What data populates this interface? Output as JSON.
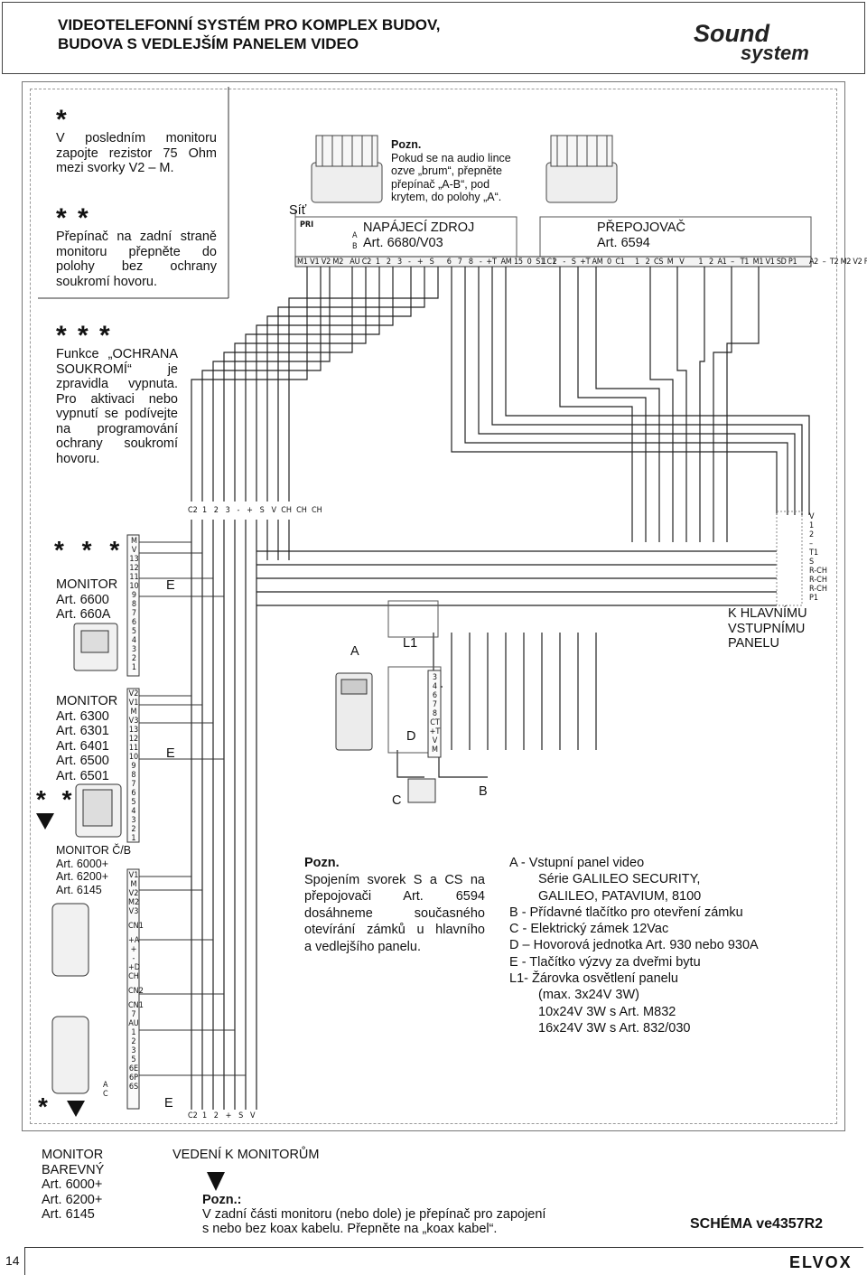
{
  "header": {
    "title_line1": "VIDEOTELEFONNÍ SYSTÉM PRO KOMPLEX BUDOV,",
    "title_line2": "BUDOVA S VEDLEJŠÍM PANELEM VIDEO",
    "brand_line1": "Sound",
    "brand_line2": "system"
  },
  "notes": {
    "n1_stars": "*",
    "n1": [
      "V posledním monitoru",
      "zapojte rezistor 75 Ohm",
      "mezi svorky V2 – M."
    ],
    "n2_stars": "* *",
    "n2": [
      "Přepínač na zadní straně",
      "monitoru přepněte do",
      "polohy bez ochrany",
      "soukromí hovoru."
    ],
    "n3_stars": "* * *",
    "n3": [
      "Funkce „OCHRANA",
      "SOUKROMÍ“ je",
      "zpravidla vypnuta.",
      "Pro aktivaci nebo",
      "vypnutí se podívejte",
      "na programování",
      "ochrany soukromí",
      "hovoru."
    ]
  },
  "top": {
    "sit": "Síť",
    "pri": "PRI",
    "ab_a": "A",
    "ab_b": "B",
    "pozn_title": "Pozn.",
    "pozn_lines": [
      "Pokud se na audio lince",
      "ozve „brum“, přepněte",
      "přepínač „A-B“, pod",
      "krytem, do polohy „A“."
    ],
    "psu_name": "NAPÁJECÍ ZDROJ",
    "psu_art": "Art. 6680/V03",
    "sw_name": "PŘEPOJOVAČ",
    "sw_art": "Art. 6594",
    "psu_terms": "M1 V1 V2 M2   AU C2  1   2   3   -   +   S      6   7   8   -  +T  AM 15  0  S1 C1",
    "sw_terms": "1   2   -   S  +T AM  0  C1     1   2  CS  M   V       1   2  A1  –   T1  M1 V1 SD P1      A2  –  T2 M2 V2 P2"
  },
  "bus_top": "C2  1   2   3   -   +   S   V  CH  CH  CH",
  "bus_bottom": "C2  1   2   +   S   V",
  "monitor1": {
    "stars": "* * *",
    "name": "MONITOR",
    "art1": "Art. 6600",
    "art2": "Art. 660A",
    "terms": [
      "M",
      "V",
      "13",
      "12",
      "11",
      "10",
      "9",
      "8",
      "7",
      "6",
      "5",
      "4",
      "3",
      "2",
      "1"
    ],
    "e_label": "E"
  },
  "monitor2": {
    "name": "MONITOR",
    "arts": [
      "Art. 6300",
      "Art. 6301",
      "Art. 6401",
      "Art. 6500",
      "Art. 6501"
    ],
    "stars": "* *",
    "terms": [
      "V2",
      "V1",
      "M",
      "V3",
      "13",
      "12",
      "11",
      "10",
      "9",
      "8",
      "7",
      "6",
      "5",
      "4",
      "3",
      "2",
      "1"
    ],
    "e_label": "E"
  },
  "monitor3": {
    "name": "MONITOR Č/B",
    "arts": [
      "Art. 6000+",
      "Art. 6200+",
      "Art. 6145"
    ],
    "terms_top": [
      "V1",
      "M",
      "V2",
      "M2",
      "V3",
      "CN1",
      "+A",
      "+",
      "-",
      "+D",
      "CH",
      "CN2"
    ],
    "terms_bottom": [
      "CN1",
      "7",
      "AU",
      "1",
      "2",
      "3",
      "5",
      "6E",
      "6P",
      "6S"
    ],
    "ac_a": "A",
    "ac_c": "C",
    "e_label": "E",
    "stars": "*"
  },
  "entry": {
    "a_label": "A",
    "l1_label": "L1",
    "d_label": "D",
    "c_label": "C",
    "b_label": "B",
    "d_terms": [
      "3",
      "4",
      "6",
      "7",
      "8",
      "CT",
      "+T",
      "V",
      "M"
    ]
  },
  "main_panel": {
    "terms": [
      "V",
      "1",
      "2",
      "–",
      "T1",
      "S",
      "R-CH",
      "R-CH",
      "R-CH",
      "P1"
    ],
    "label": [
      "K HLAVNÍMU",
      "VSTUPNÍMU",
      "PANELU"
    ]
  },
  "pozn_mid": {
    "title": "Pozn.",
    "lines": [
      "Spojením svorek S a CS na",
      "přepojovači Art. 6594",
      "dosáhneme současného",
      "otevírání zámků u hlavního",
      "a vedlejšího panelu."
    ]
  },
  "legend": [
    "A - Vstupní panel video",
    "Série GALILEO SECURITY,",
    "GALILEO, PATAVIUM, 8100",
    "B - Přídavné tlačítko pro otevření zámku",
    "C - Elektrický zámek 12Vac",
    "D – Hovorová jednotka Art. 930 nebo 930A",
    "E - Tlačítko výzvy za dveřmi bytu",
    "L1- Žárovka osvětlení panelu",
    "(max. 3x24V 3W)",
    "10x24V 3W s Art. M832",
    "16x24V 3W s Art. 832/030"
  ],
  "footer": {
    "color_monitor": [
      "MONITOR",
      "BAREVNÝ",
      "Art. 6000+",
      "Art. 6200+",
      "Art. 6145"
    ],
    "vedeni": "VEDENÍ K MONITORŮM",
    "pozn_title": "Pozn.:",
    "pozn_line1": "V zadní části monitoru (nebo dole) je přepínač pro zapojení",
    "pozn_line2": "s nebo bez koax kabelu. Přepněte na „koax kabel“.",
    "schema": "SCHÉMA ve4357R2",
    "page": "14",
    "elvox": "ELVOX"
  }
}
